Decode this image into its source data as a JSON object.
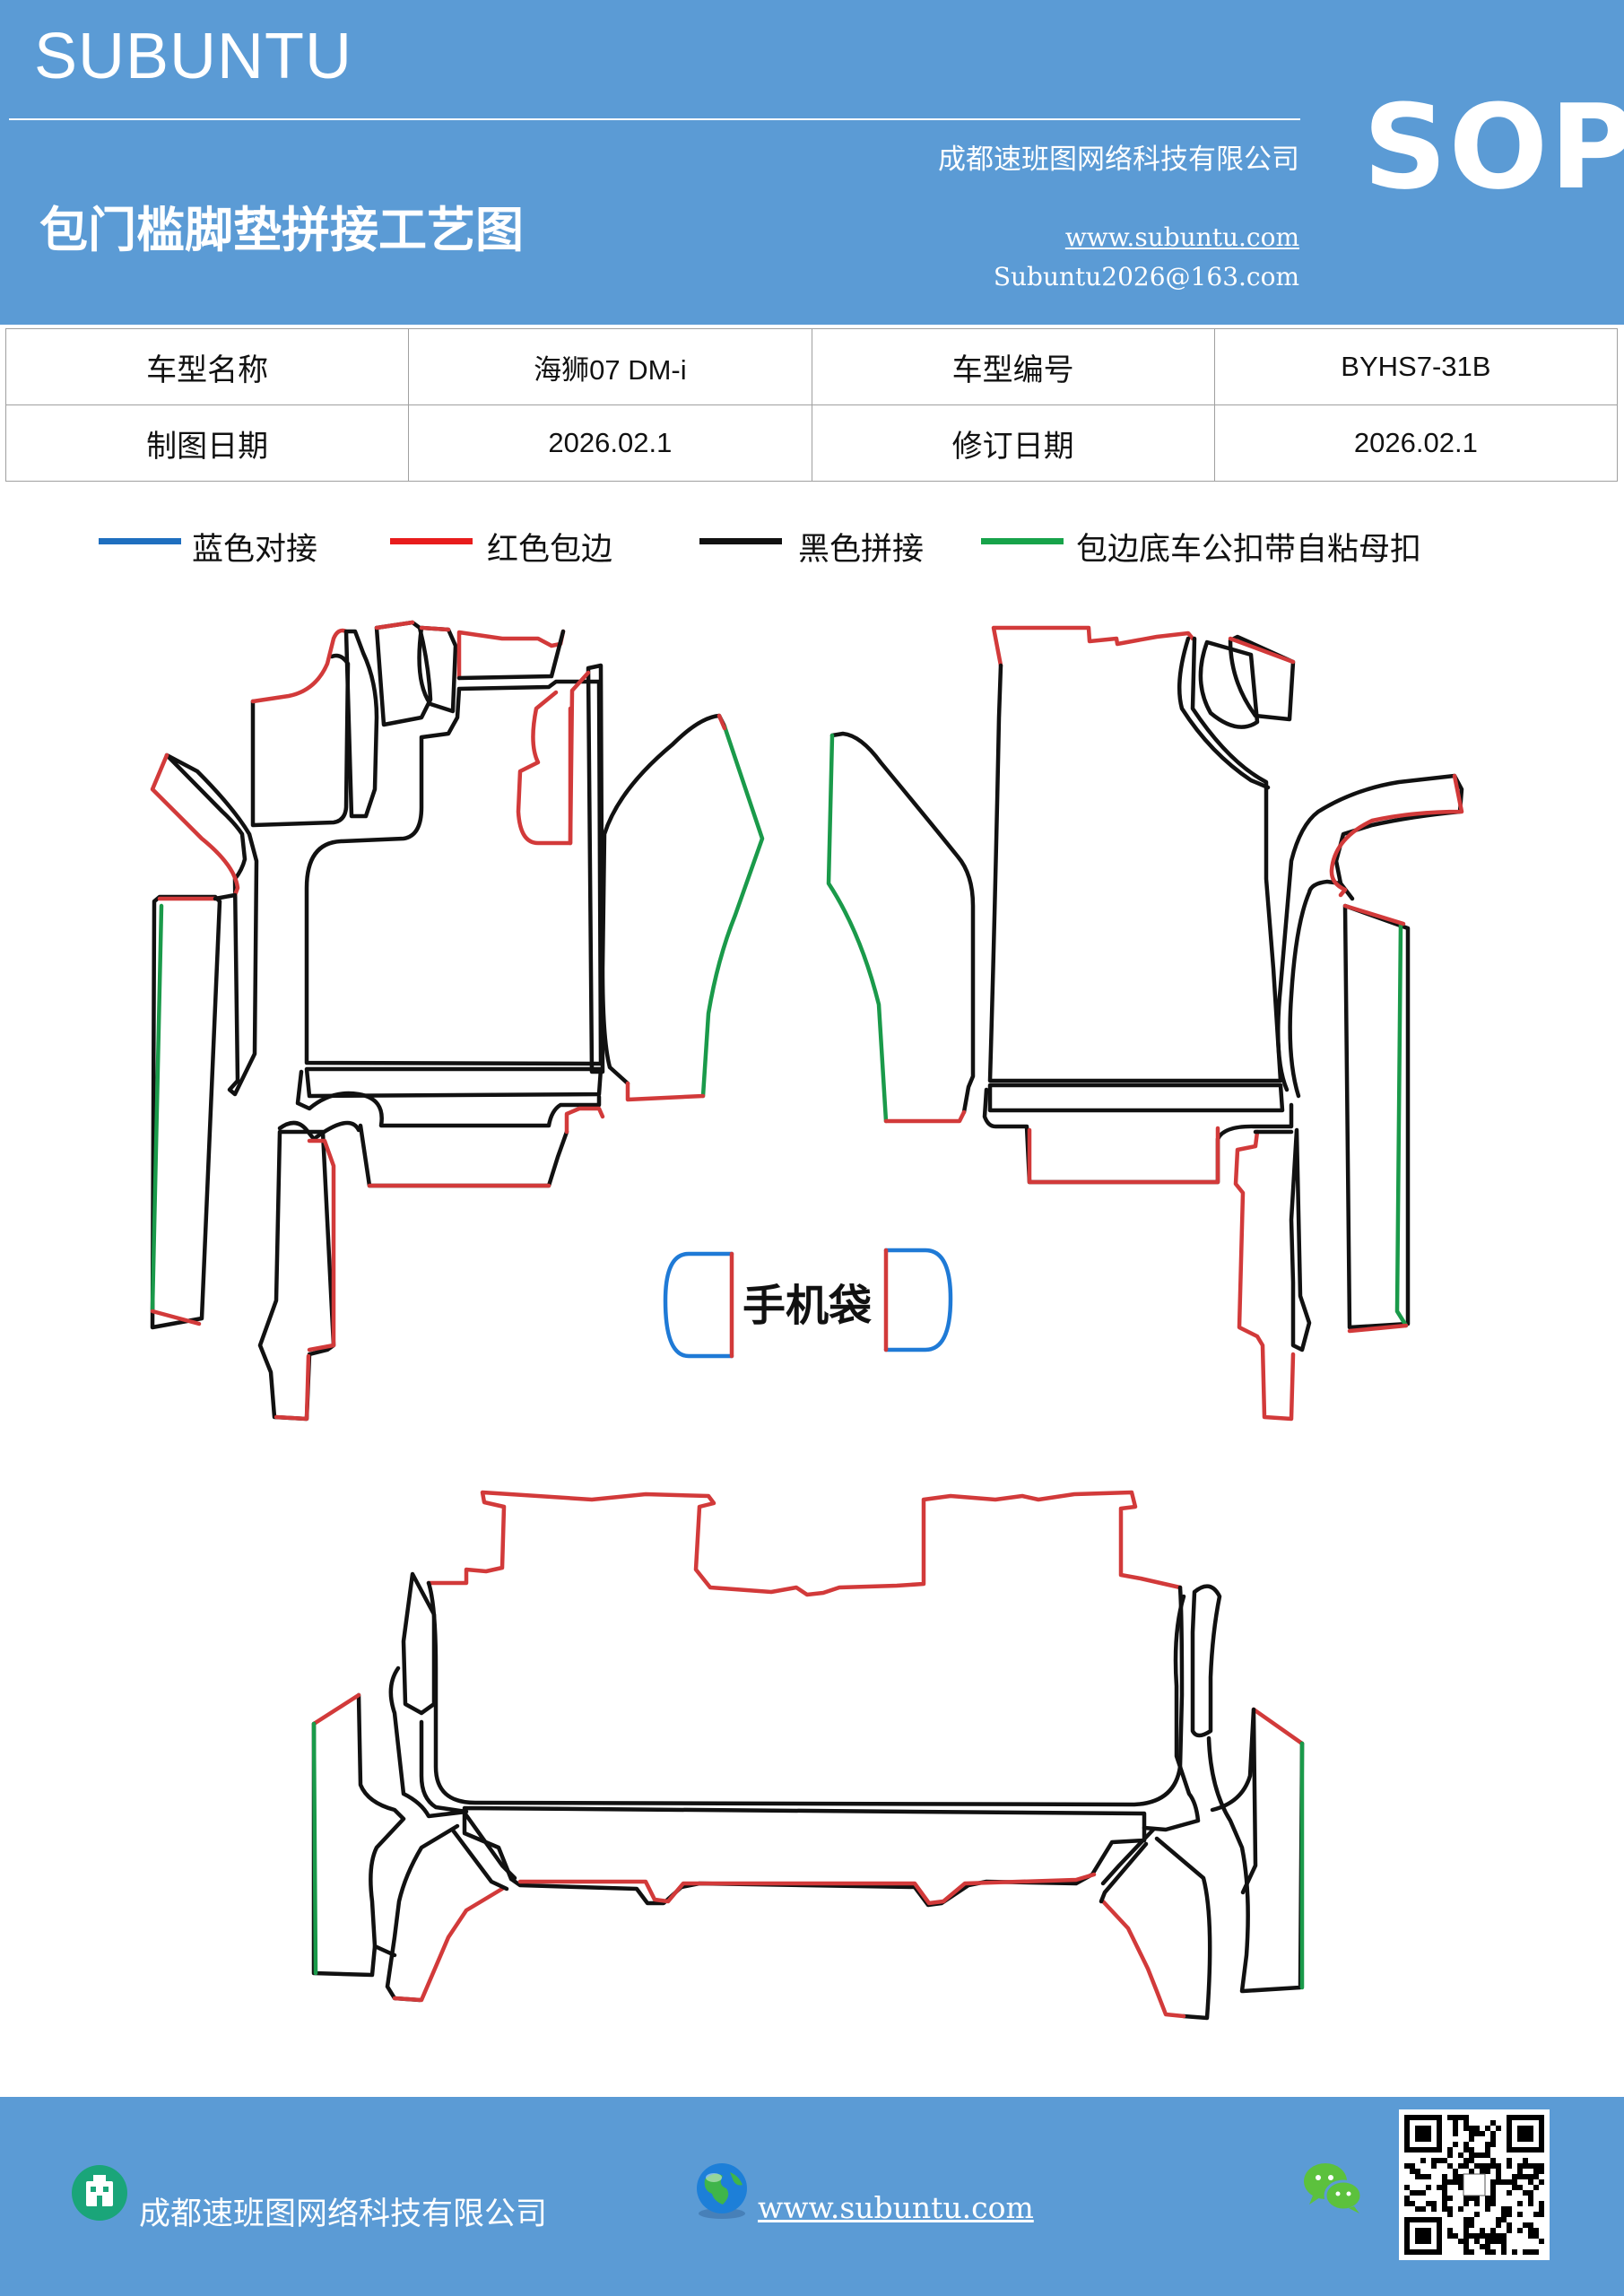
{
  "header": {
    "brand": "SUBUNTU",
    "badge": "SOP",
    "company": "成都速班图网络科技有限公司",
    "title": "包门槛脚垫拼接工艺图",
    "website": "www.subuntu.com",
    "email": "Subuntu2026@163.com"
  },
  "info_table": {
    "rows": [
      {
        "label1": "车型名称",
        "value1": "海狮07  DM-i",
        "label2": "车型编号",
        "value2": "BYHS7-31B"
      },
      {
        "label1": "制图日期",
        "value1": "2026.02.1",
        "label2": "修订日期",
        "value2": "2026.02.1"
      }
    ]
  },
  "legend": {
    "items": [
      {
        "label": "蓝色对接",
        "color": "#1f6fbf"
      },
      {
        "label": "红色包边",
        "color": "#e81c1c"
      },
      {
        "label": "黑色拼接",
        "color": "#111111"
      },
      {
        "label": "包边底车公扣带自粘母扣",
        "color": "#17a34a"
      }
    ]
  },
  "diagram": {
    "phone_pocket_label": "手机袋",
    "line_colors": {
      "blue": "#1f7ad6",
      "red": "#d23a3a",
      "black": "#111111",
      "green": "#1a9a4a"
    }
  },
  "footer": {
    "company": "成都速班图网络科技有限公司",
    "website": "www.subuntu.com",
    "icons": [
      "building-icon",
      "globe-icon",
      "wechat-icon",
      "qr-code"
    ]
  },
  "colors": {
    "header_bg": "#5b9bd5",
    "footer_bg": "#5b9bd5"
  }
}
